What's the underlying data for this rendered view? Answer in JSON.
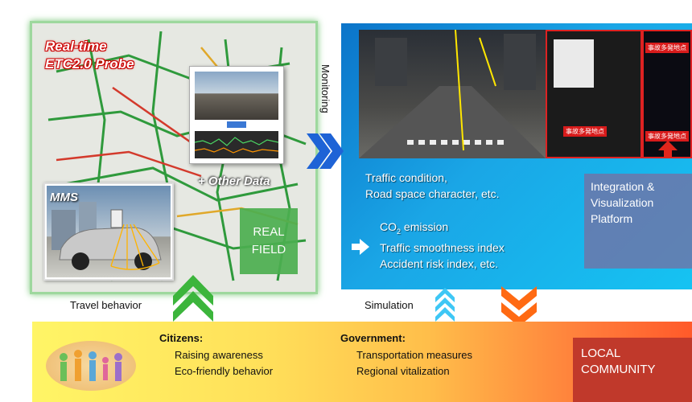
{
  "map_panel": {
    "title_line1": "Real-time",
    "title_line2": "ETC2.0 Probe",
    "mms_label": "MMS",
    "other_data": "+ Other Data",
    "real_field_line1": "REAL",
    "real_field_line2": "FIELD"
  },
  "monitoring_label": "Monitoring",
  "simulation_panel": {
    "traffic_line1": "Traffic condition,",
    "traffic_line2": "Road space character, etc.",
    "co2_prefix": "CO",
    "co2_sub": "2",
    "co2_suffix": " emission",
    "smoothness": "Traffic smoothness index",
    "accident": "Accident risk index, etc.",
    "integration_line1": "Integration &",
    "integration_line2": "Visualization",
    "integration_line3": "Platform",
    "overlay_tag": "事故多発地点"
  },
  "captions": {
    "travel_behavior": "Travel behavior",
    "simulation": "Simulation"
  },
  "citizens": {
    "heading": "Citizens:",
    "item1": "Raising awareness",
    "item2": "Eco-friendly behavior"
  },
  "government": {
    "heading": "Government:",
    "item1": "Transportation measures",
    "item2": "Regional vitalization"
  },
  "local_community": {
    "line1": "LOCAL",
    "line2": "COMMUNITY"
  },
  "colors": {
    "green_chevron": "#3cb53c",
    "blue_chevron": "#1e63d6",
    "light_blue_chevron": "#3ec7f5",
    "orange_chevron": "#ff6a13"
  }
}
